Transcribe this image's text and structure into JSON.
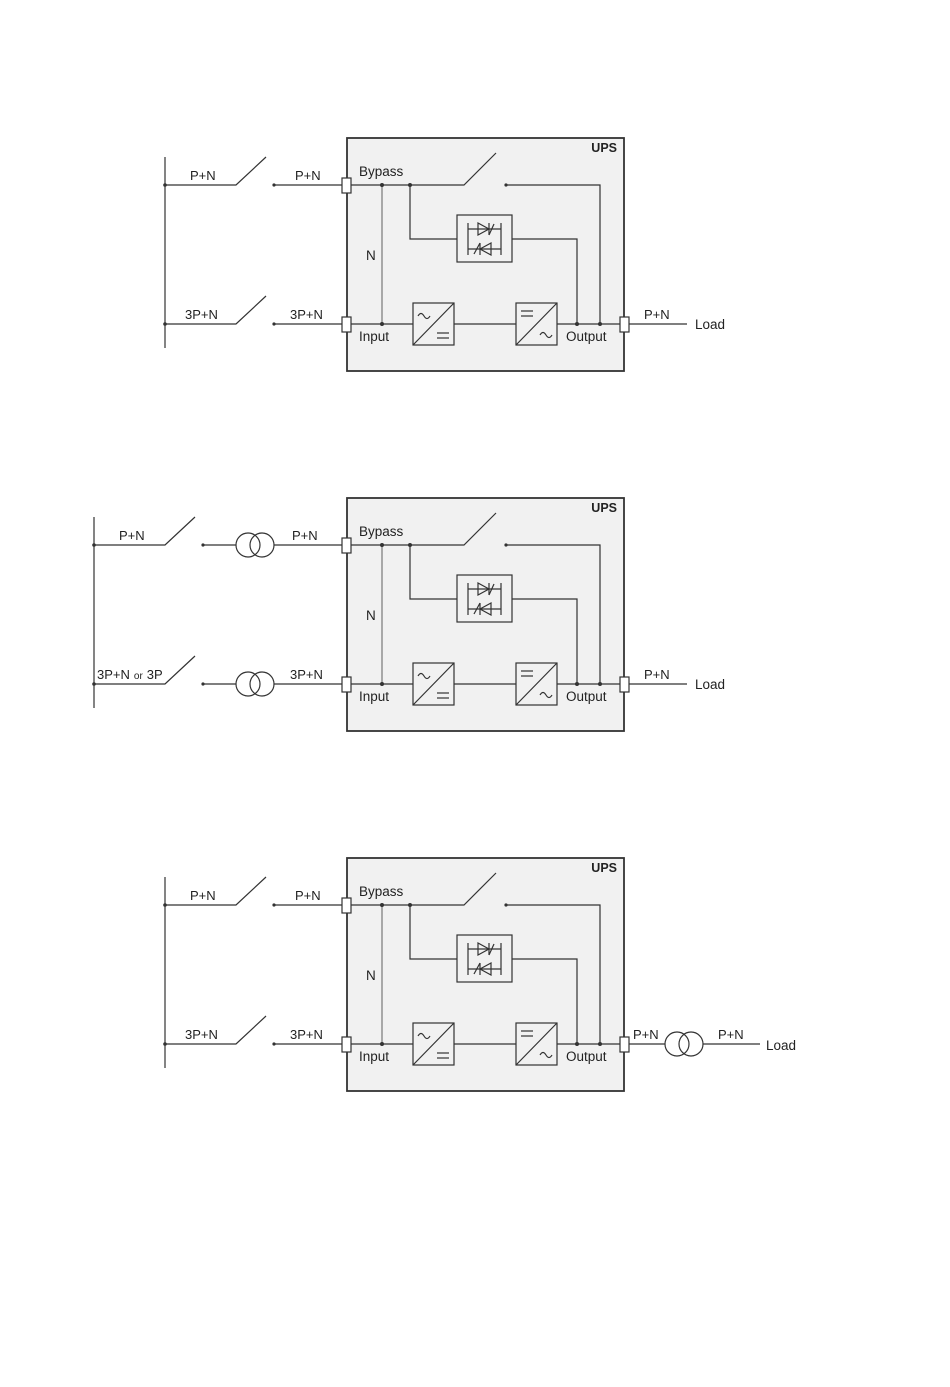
{
  "diagrams": [
    {
      "ups_title": "UPS",
      "bypass_label": "Bypass",
      "neutral_label": "N",
      "input_label": "Input",
      "output_label": "Output",
      "load_label": "Load",
      "supply_upper_label": "P+N",
      "supply_lower_label": "3P+N",
      "feed_upper_label": "P+N",
      "feed_lower_label": "3P+N",
      "output_feed_label": "P+N"
    },
    {
      "ups_title": "UPS",
      "bypass_label": "Bypass",
      "neutral_label": "N",
      "input_label": "Input",
      "output_label": "Output",
      "load_label": "Load",
      "supply_upper_label": "P+N",
      "supply_lower_main": "3P+N",
      "supply_lower_or": "or",
      "supply_lower_alt": "3P",
      "feed_upper_label": "P+N",
      "feed_lower_label": "3P+N",
      "output_feed_label": "P+N"
    },
    {
      "ups_title": "UPS",
      "bypass_label": "Bypass",
      "neutral_label": "N",
      "input_label": "Input",
      "output_label": "Output",
      "load_label": "Load",
      "supply_upper_label": "P+N",
      "supply_lower_label": "3P+N",
      "feed_upper_label": "P+N",
      "feed_lower_label": "3P+N",
      "output_feed_label": "P+N",
      "load_feed_label": "P+N"
    }
  ]
}
